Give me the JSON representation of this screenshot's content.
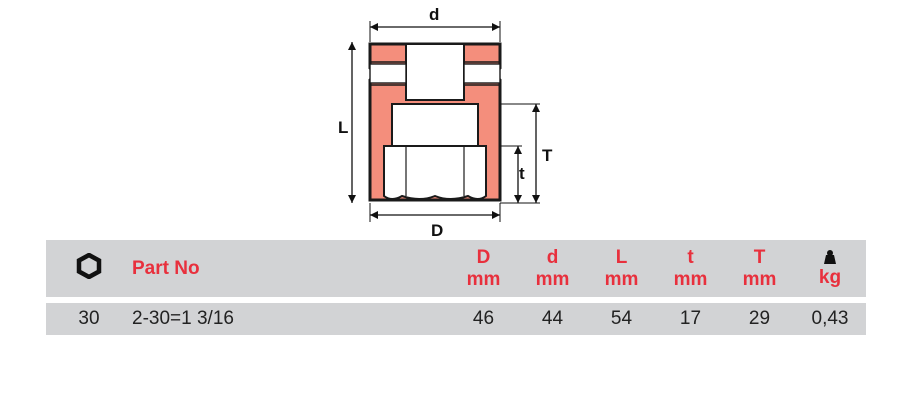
{
  "diagram": {
    "label_d": "d",
    "label_L": "L",
    "label_D": "D",
    "label_t": "t",
    "label_T": "T",
    "body_color": "#f48e7c",
    "outline_color": "#1a1a1a"
  },
  "table": {
    "icon_drive": "hexagon-icon",
    "icon_weight": "weight-icon",
    "header_part": "Part No",
    "columns": [
      {
        "letter": "D",
        "unit": "mm"
      },
      {
        "letter": "d",
        "unit": "mm"
      },
      {
        "letter": "L",
        "unit": "mm"
      },
      {
        "letter": "t",
        "unit": "mm"
      },
      {
        "letter": "T",
        "unit": "mm"
      },
      {
        "letter": "",
        "unit": "kg"
      }
    ],
    "rows": [
      {
        "drive": "30",
        "part_no": "2-30=1 3/16",
        "values": [
          "46",
          "44",
          "54",
          "17",
          "29",
          "0,43"
        ]
      }
    ],
    "accent_color": "#e8303d",
    "band_color": "#d2d3d5"
  }
}
